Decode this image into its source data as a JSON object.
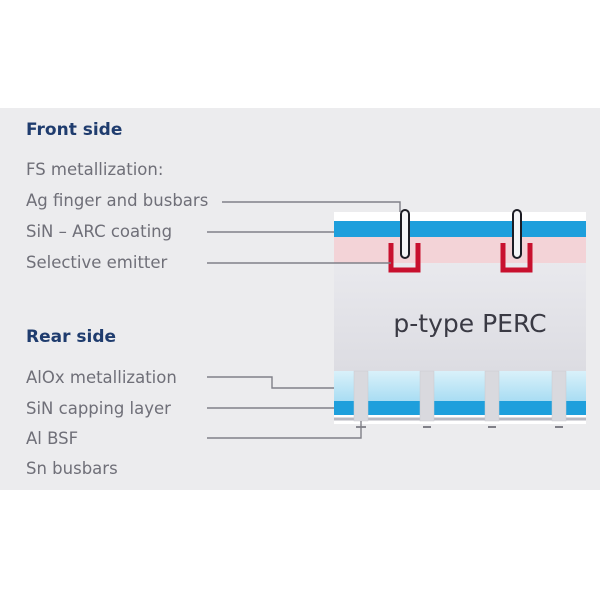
{
  "front": {
    "heading": "Front side",
    "labels": [
      "FS metallization:",
      "Ag finger and busbars",
      "SiN – ARC coating",
      "Selective emitter"
    ]
  },
  "rear": {
    "heading": "Rear side",
    "labels": [
      "AlOx metallization",
      "SiN capping layer",
      "Al BSF",
      "Sn busbars"
    ]
  },
  "cell": {
    "label": "p-type PERC"
  },
  "colors": {
    "background_panel": "#ececee",
    "heading_text": "#1f3c6e",
    "label_text": "#6f6f78",
    "sin_layer": "#1e9fdc",
    "alox_layer": "#c6e9f7",
    "emitter": "#f3d3d7",
    "contact": "#c8102e",
    "bulk": "#e6e6ea",
    "leader_line": "#808088"
  }
}
